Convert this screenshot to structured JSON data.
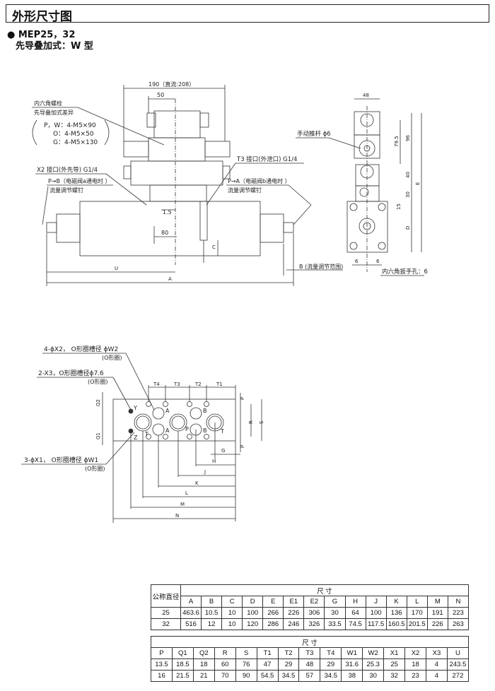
{
  "header": {
    "title": "外形尺寸图",
    "model": "● MEP25，32",
    "type": "先导叠加式：W 型"
  },
  "front_view": {
    "dim_190": "190（直流:208）",
    "dim_50": "50",
    "bolt_label": "内六角螺栓",
    "bolt_sub": "先导叠加式差异",
    "bolt_pw": "P，W：4-M5×90",
    "bolt_o": "O：4-M5×50",
    "bolt_g": "G：4-M5×130",
    "x2_port": "X2 接口(外先导)  G1/4",
    "t3_port": "T3 接口(外泄口)  G1/4",
    "pb_label": "P→B（电磁阀a通电时 ）",
    "pb_sub": "流量调节螺钉",
    "pa_label": "P→A（电磁阀b通电时 ）",
    "pa_sub": "流量调节螺钉",
    "dim_15": "1.5",
    "dim_80": "80",
    "dim_c": "C",
    "dim_u": "U",
    "dim_a": "A",
    "dim_b": "B (流量调节范围)"
  },
  "side_view": {
    "dim_48": "48",
    "manual": "手动推杆 ϕ6",
    "dim_795": "79.5",
    "dim_96": "96",
    "dim_40": "40",
    "dim_30": "30",
    "dim_15": "15",
    "dim_e": "E",
    "dim_d": "D",
    "dim_6a": "6",
    "dim_6b": "6",
    "hex": "内六角扳手孔：6"
  },
  "bottom_view": {
    "x2_label": "4-ϕX2， O形圈槽径 ϕW2",
    "x2_sub": "(O形圈)",
    "x3_label": "2-X3，O形圈槽径ϕ7.6",
    "x3_sub": "(O形圈)",
    "x1_label": "3-ϕX1， O形圈槽径 ϕW1",
    "x1_sub": "(O形圈)",
    "t4": "T4",
    "t3": "T3",
    "t2": "T2",
    "t1": "T1",
    "q1": "Q1",
    "q2": "Q2",
    "p_top": "P",
    "p_bot": "P",
    "r": "R",
    "s": "S",
    "g": "G",
    "h": "H",
    "j": "J",
    "k": "K",
    "l": "L",
    "m": "M",
    "n": "N",
    "port_y": "Y",
    "port_z": "Z",
    "port_a1": "A",
    "port_a2": "A",
    "port_b1": "B",
    "port_b2": "B",
    "port_p": "P",
    "port_t1": "T",
    "port_t2": "T"
  },
  "table1": {
    "corner": "公称直径",
    "group": "尺 寸",
    "headers": [
      "A",
      "B",
      "C",
      "D",
      "E",
      "E1",
      "E2",
      "G",
      "H",
      "J",
      "K",
      "L",
      "M",
      "N"
    ],
    "rows": [
      [
        "25",
        "463.6",
        "10.5",
        "10",
        "100",
        "266",
        "226",
        "306",
        "30",
        "64",
        "100",
        "136",
        "170",
        "191",
        "223"
      ],
      [
        "32",
        "516",
        "12",
        "10",
        "120",
        "286",
        "246",
        "326",
        "33.5",
        "74.5",
        "117.5",
        "160.5",
        "201.5",
        "226",
        "263"
      ]
    ]
  },
  "table2": {
    "group": "尺 寸",
    "headers": [
      "P",
      "Q1",
      "Q2",
      "R",
      "S",
      "T1",
      "T2",
      "T3",
      "T4",
      "W1",
      "W2",
      "X1",
      "X2",
      "X3",
      "U"
    ],
    "rows": [
      [
        "13.5",
        "18.5",
        "18",
        "60",
        "76",
        "47",
        "29",
        "48",
        "29",
        "31.6",
        "25.3",
        "25",
        "18",
        "4",
        "243.5"
      ],
      [
        "16",
        "21.5",
        "21",
        "70",
        "90",
        "54.5",
        "34.5",
        "57",
        "34.5",
        "38",
        "30",
        "32",
        "23",
        "4",
        "272"
      ]
    ]
  }
}
